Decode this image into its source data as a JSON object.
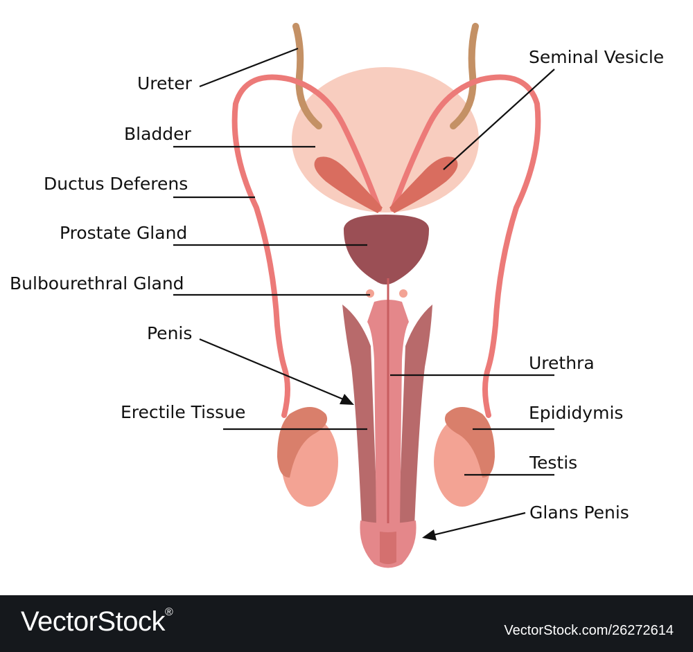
{
  "labels": {
    "ureter": "Ureter",
    "bladder": "Bladder",
    "ductus_deferens": "Ductus Deferens",
    "prostate_gland": "Prostate Gland",
    "bulbourethral_gland": "Bulbourethral Gland",
    "penis": "Penis",
    "erectile_tissue": "Erectile Tissue",
    "seminal_vesicle": "Seminal Vesicle",
    "urethra": "Urethra",
    "epididymis": "Epididymis",
    "testis": "Testis",
    "glans_penis": "Glans Penis"
  },
  "footer": {
    "brand": "VectorStock",
    "brand_symbol": "®",
    "image_id": "VectorStock.com/26272614"
  },
  "colors": {
    "bladder": "#f8cdbf",
    "ureter": "#c49165",
    "duct": "#ec7a78",
    "seminal_vesicle": "#d96d5f",
    "prostate": "#9b4f55",
    "erectile": "#b86a6b",
    "urethra": "#e4878a",
    "testis": "#f3a394",
    "epididymis": "#d97f6b",
    "footer_bg": "#15181c"
  }
}
